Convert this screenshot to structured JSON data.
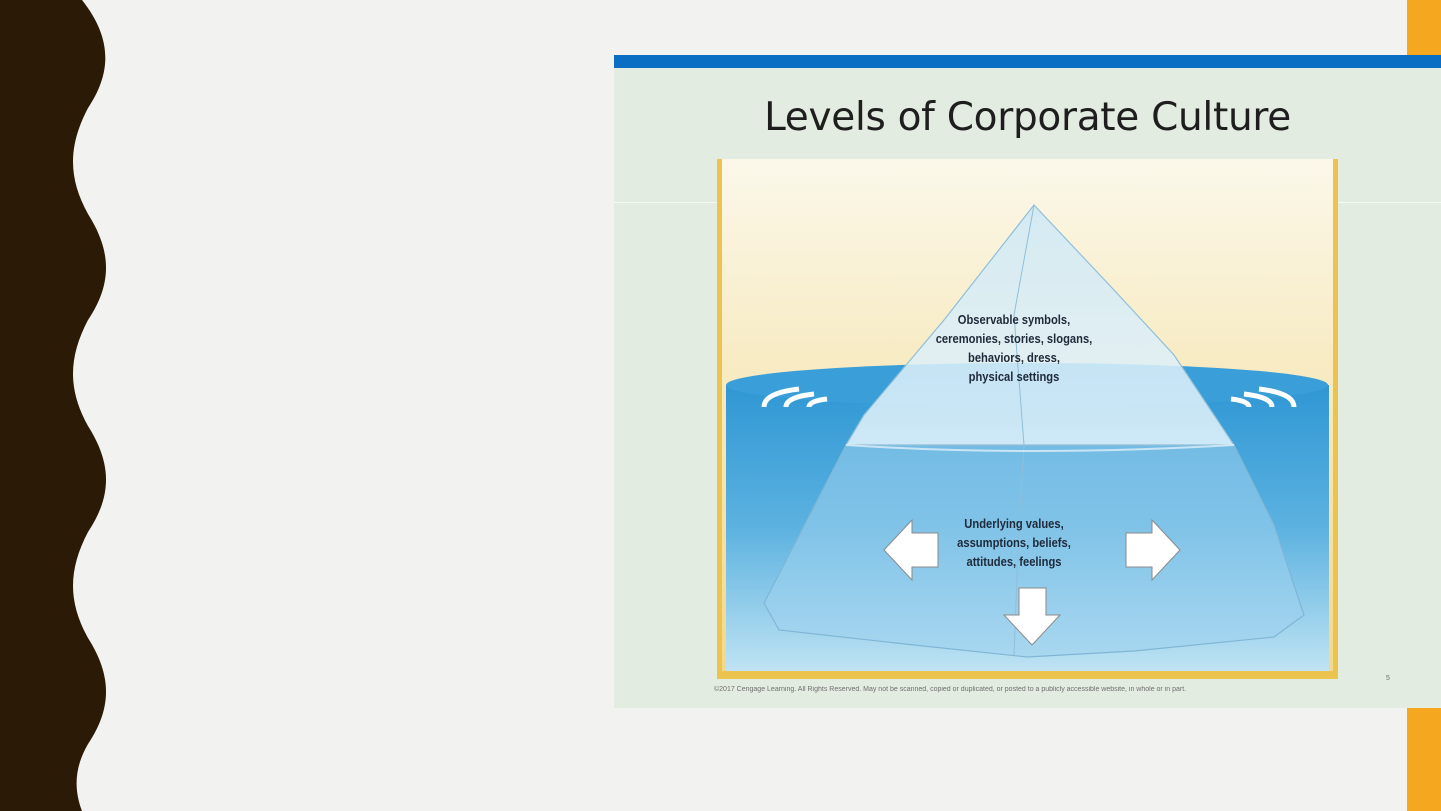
{
  "slide": {
    "title": "Levels of Corporate Culture",
    "above_water_label": "Observable symbols,\nceremonies, stories, slogans,\nbehaviors, dress,\nphysical settings",
    "below_water_label": "Underlying values,\nassumptions, beliefs,\nattitudes, feelings",
    "copyright": "©2017 Cengage Learning. All Rights Reserved. May not be scanned, copied or duplicated, or posted to a publicly accessible website, in whole or in part.",
    "page_number": "5"
  },
  "colors": {
    "left_band": "#2a1a06",
    "accent": "#f5a81f",
    "slide_header_bar": "#0a6fc2",
    "water": "#3a9fd8"
  },
  "icons": [
    "left-arrow-icon",
    "right-arrow-icon",
    "down-arrow-icon",
    "iceberg-icon",
    "ripple-icon"
  ]
}
